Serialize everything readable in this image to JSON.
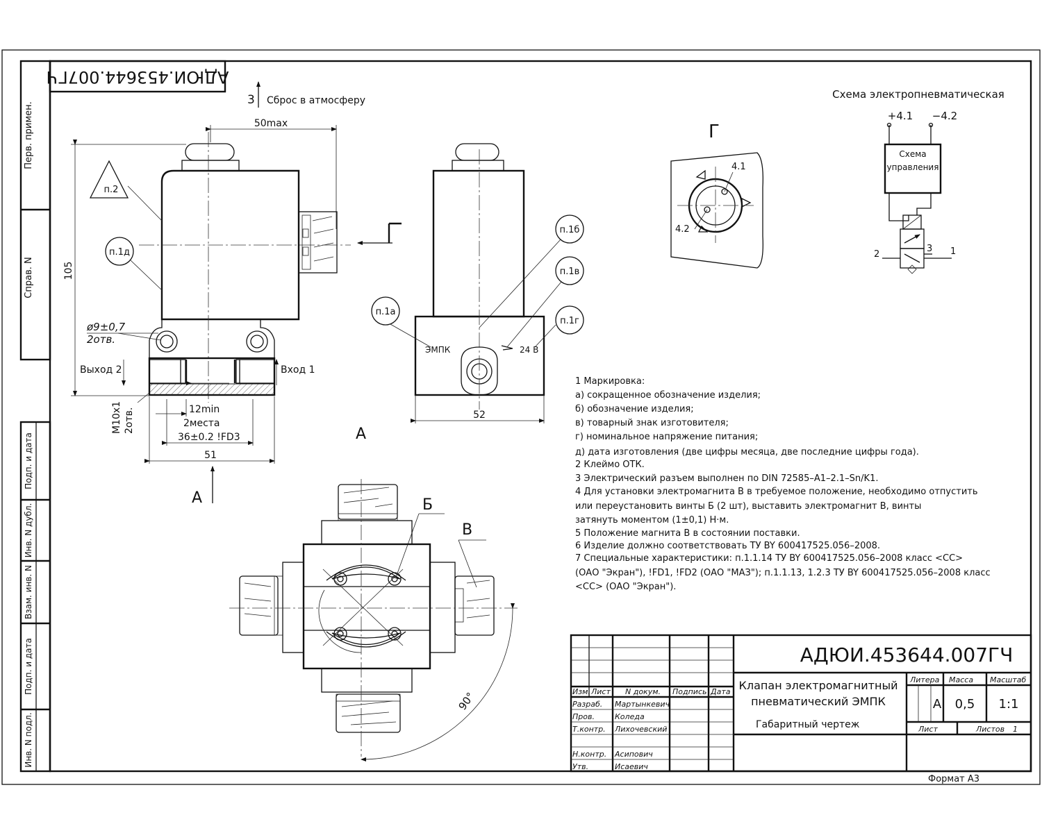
{
  "stamp_top": "АДЮИ.453644.007ГЧ",
  "side_labels": [
    "Перв. примен.",
    "Справ. N",
    "Подп. и дата",
    "Инв. N дубл.",
    "Взам. инв. N",
    "Подп. и дата",
    "Инв. N подл."
  ],
  "front_view": {
    "vent_num": "3",
    "vent_label": "Сброс в атмосферу",
    "dim_top": "50max",
    "dim_height": "105",
    "hole_dim": "ø9±0,7",
    "hole_count": "2отв.",
    "outlet": "Выход 2",
    "inlet": "Вход 1",
    "thread": "М10х1",
    "thread_count": "2отв.",
    "dim_12": "12min",
    "dim_places": "2места",
    "dim_36": "36±0.2  !FD3",
    "dim_51": "51",
    "view_a": "А",
    "view_g": "Г",
    "callout_n2": "п.2",
    "callout_n1d": "п.1д"
  },
  "side_view": {
    "callout_n1a": "п.1а",
    "callout_n1b": "п.1б",
    "callout_n1v": "п.1в",
    "callout_n1g": "п.1г",
    "mark_emk": "ЭМПК",
    "mark_volt": "24 В",
    "dim_52": "52",
    "view_a": "А"
  },
  "connector_view": {
    "title": "Г",
    "pin1": "4.1",
    "pin2": "4.2"
  },
  "bottom_view": {
    "label_b": "Б",
    "label_v": "В",
    "angle": "90°"
  },
  "schematic": {
    "title": "Схема электропневматическая",
    "plus": "+4.1",
    "minus": "−4.2",
    "box_line1": "Схема",
    "box_line2": "управления",
    "port2": "2",
    "port3": "3",
    "port1": "1"
  },
  "notes": [
    "1 Маркировка:",
    "а) сокращенное обозначение изделия;",
    "б) обозначение изделия;",
    "в) товарный знак изготовителя;",
    "г) номинальное напряжение питания;",
    "д) дата изготовления (две цифры месяца, две последние цифры года).",
    "2 Клеймо ОТК.",
    "3 Электрический разъем выполнен по DIN 72585–А1–2.1–Sn/K1.",
    "4 Для установки электромагнита В в требуемое положение, необходимо отпустить",
    "или переустановить винты Б (2 шт), выставить электромагнит В, винты",
    "затянуть моментом (1±0,1) Н·м.",
    "5 Положение магнита В в состоянии поставки.",
    "6 Изделие должно соответствовать ТУ BY 600417525.056–2008.",
    "7 Специальные характеристики: п.1.1.14 ТУ BY 600417525.056–2008 класс <СС>",
    "(ОАО \"Экран\"), !FD1, !FD2 (ОАО \"МАЗ\"); п.1.1.13, 1.2.3 ТУ BY 600417525.056–2008 класс",
    "<СС> (ОАО \"Экран\")."
  ],
  "title_block": {
    "code": "АДЮИ.453644.007ГЧ",
    "name_line1": "Клапан электромагнитный",
    "name_line2": "пневматический ЭМПК",
    "doc_type": "Габаритный чертеж",
    "h_izm": "Изм.",
    "h_list": "Лист",
    "h_ndoc": "N докум.",
    "h_podp": "Подпись",
    "h_data": "Дата",
    "roles": [
      "Разраб.",
      "Пров.",
      "Т.контр.",
      "",
      "Н.контр.",
      "Утв."
    ],
    "names": [
      "Мартынкевич",
      "Коледа",
      "Лихочевский",
      "",
      "Асипович",
      "Исаевич"
    ],
    "h_litera": "Литера",
    "h_massa": "Масса",
    "h_masshtab": "Масштаб",
    "litera": "А",
    "massa": "0,5",
    "masshtab": "1:1",
    "sheet_label": "Лист",
    "sheets_label": "Листов",
    "sheets": "1",
    "format": "Формат А3"
  }
}
